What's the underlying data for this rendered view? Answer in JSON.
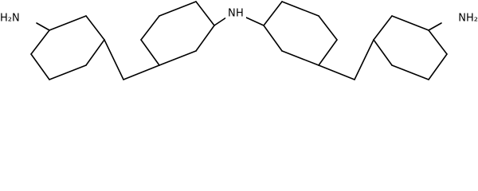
{
  "molecule": {
    "labels": {
      "amine_left": "H₂N",
      "amine_bridge": "N",
      "amine_bridge_h": "H",
      "amine_right": "NH₂"
    },
    "bond_color": "#000000",
    "background_color": "#ffffff"
  }
}
